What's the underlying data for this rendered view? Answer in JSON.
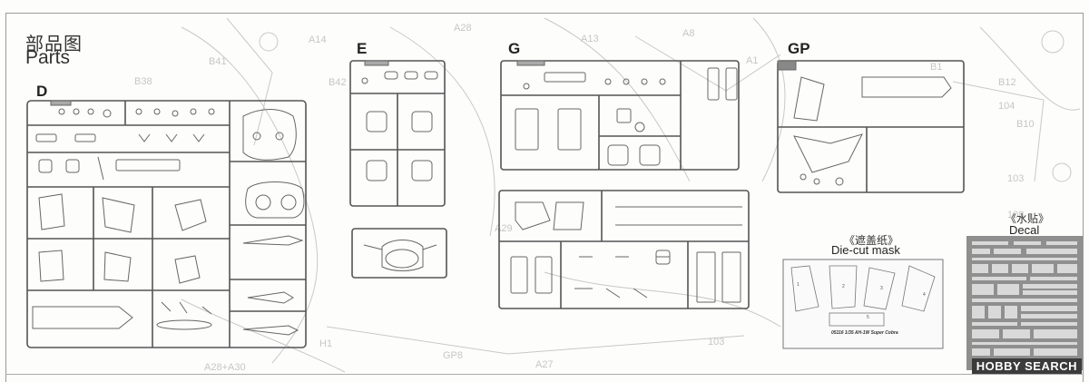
{
  "header": {
    "title_cn": "部品图",
    "title_en": "Parts"
  },
  "sprues": {
    "d": {
      "letter": "D"
    },
    "e": {
      "letter": "E"
    },
    "g": {
      "letter": "G"
    },
    "gp": {
      "letter": "GP"
    }
  },
  "decal": {
    "label_cn": "《水贴》",
    "label_en": "Decal"
  },
  "mask": {
    "label_cn": "《遮盖纸》",
    "label_en": "Die-cut mask",
    "note": "05116 1/35 AH-1W Super Cobra",
    "piece_numbers": [
      "1",
      "2",
      "3",
      "4",
      "5"
    ]
  },
  "watermark": {
    "text": "HOBBY SEARCH"
  },
  "colors": {
    "line": "#555555",
    "faint": "#c4c4c4",
    "decal_bg": "#8f8f8f",
    "watermark_bg": "#3b3b3b"
  }
}
